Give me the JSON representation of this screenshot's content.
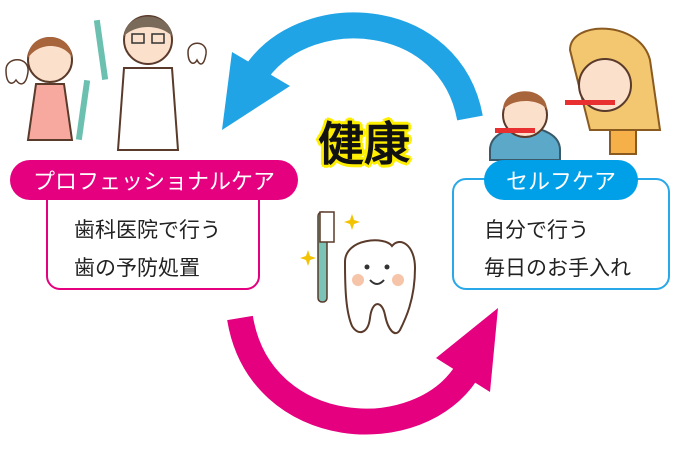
{
  "title": "健康",
  "professional": {
    "label": "プロフェッショナルケア",
    "lines": [
      "歯科医院で行う",
      "歯の予防処置"
    ],
    "color": "#e4007f"
  },
  "self": {
    "label": "セルフケア",
    "lines": [
      "自分で行う",
      "毎日のお手入れ"
    ],
    "color": "#00a0e9"
  }
}
